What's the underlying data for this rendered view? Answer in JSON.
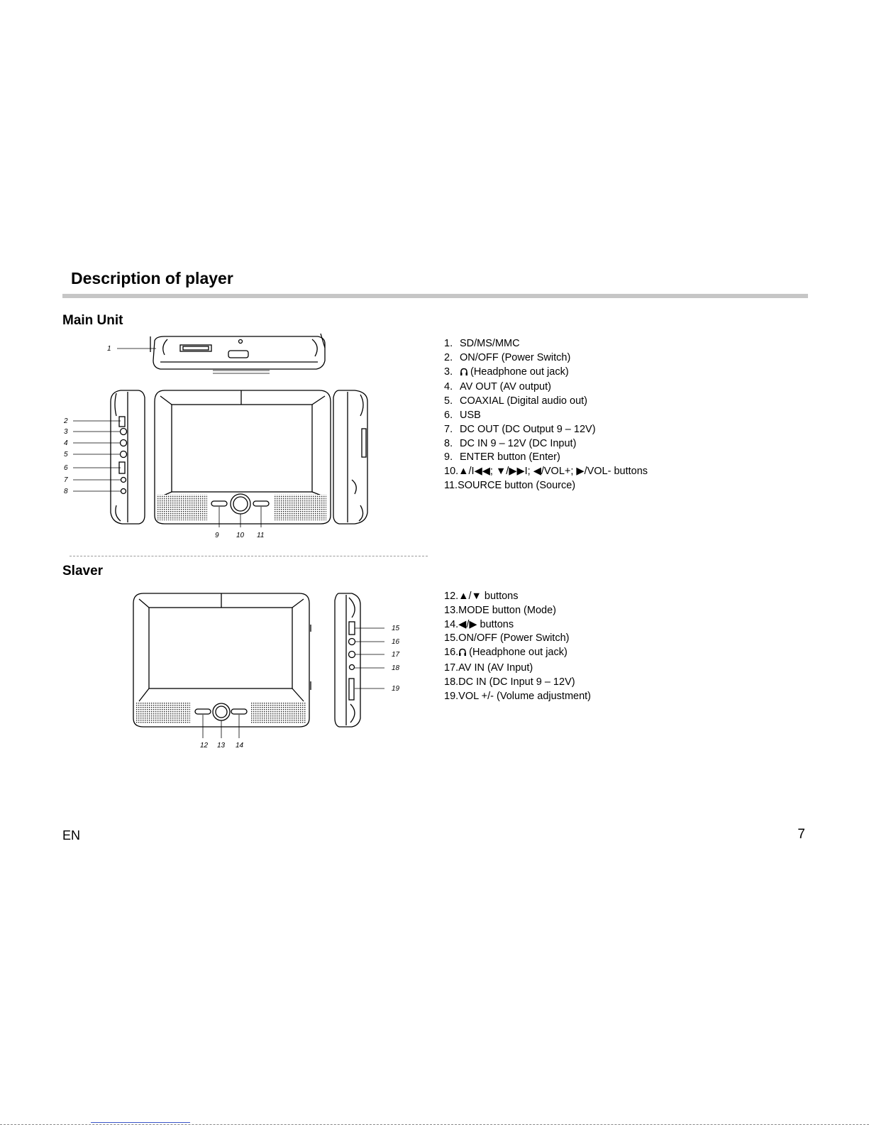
{
  "page": {
    "title": "Description of player",
    "footer_language": "EN",
    "page_number": "7"
  },
  "main_unit": {
    "heading": "Main Unit",
    "items": [
      {
        "num": "1.",
        "text": "SD/MS/MMC"
      },
      {
        "num": "2.",
        "text": "ON/OFF (Power Switch)"
      },
      {
        "num": "3.",
        "text": "(Headphone out jack)",
        "icon": "headphone-icon"
      },
      {
        "num": "4.",
        "text": "AV OUT (AV output)"
      },
      {
        "num": "5.",
        "text": "COAXIAL (Digital audio out)"
      },
      {
        "num": "6.",
        "text": "USB"
      },
      {
        "num": "7.",
        "text": "DC OUT (DC Output 9 – 12V)"
      },
      {
        "num": "8.",
        "text": "DC IN 9 – 12V (DC Input)"
      },
      {
        "num": "9.",
        "text": "ENTER button (Enter)"
      },
      {
        "num": "10.",
        "text": "▲/I◀◀; ▼/▶▶I; ◀/VOL+; ▶/VOL- buttons"
      },
      {
        "num": "11.",
        "text": "SOURCE button (Source)"
      }
    ],
    "callouts": [
      "1",
      "2",
      "3",
      "4",
      "5",
      "6",
      "7",
      "8",
      "9",
      "10",
      "11"
    ]
  },
  "slaver": {
    "heading": "Slaver",
    "items": [
      {
        "num": "12.",
        "text": "▲/▼ buttons"
      },
      {
        "num": "13.",
        "text": "MODE button (Mode)"
      },
      {
        "num": "14.",
        "text": "◀/▶ buttons"
      },
      {
        "num": "15.",
        "text": "ON/OFF (Power Switch)"
      },
      {
        "num": "16.",
        "text": "(Headphone out jack)",
        "icon": "headphone-icon"
      },
      {
        "num": "17.",
        "text": "AV IN (AV Input)"
      },
      {
        "num": "18.",
        "text": "DC IN (DC Input 9 – 12V)"
      },
      {
        "num": "19.",
        "text": "VOL +/- (Volume adjustment)"
      }
    ],
    "callouts": [
      "12",
      "13",
      "14",
      "15",
      "16",
      "17",
      "18",
      "19"
    ]
  }
}
